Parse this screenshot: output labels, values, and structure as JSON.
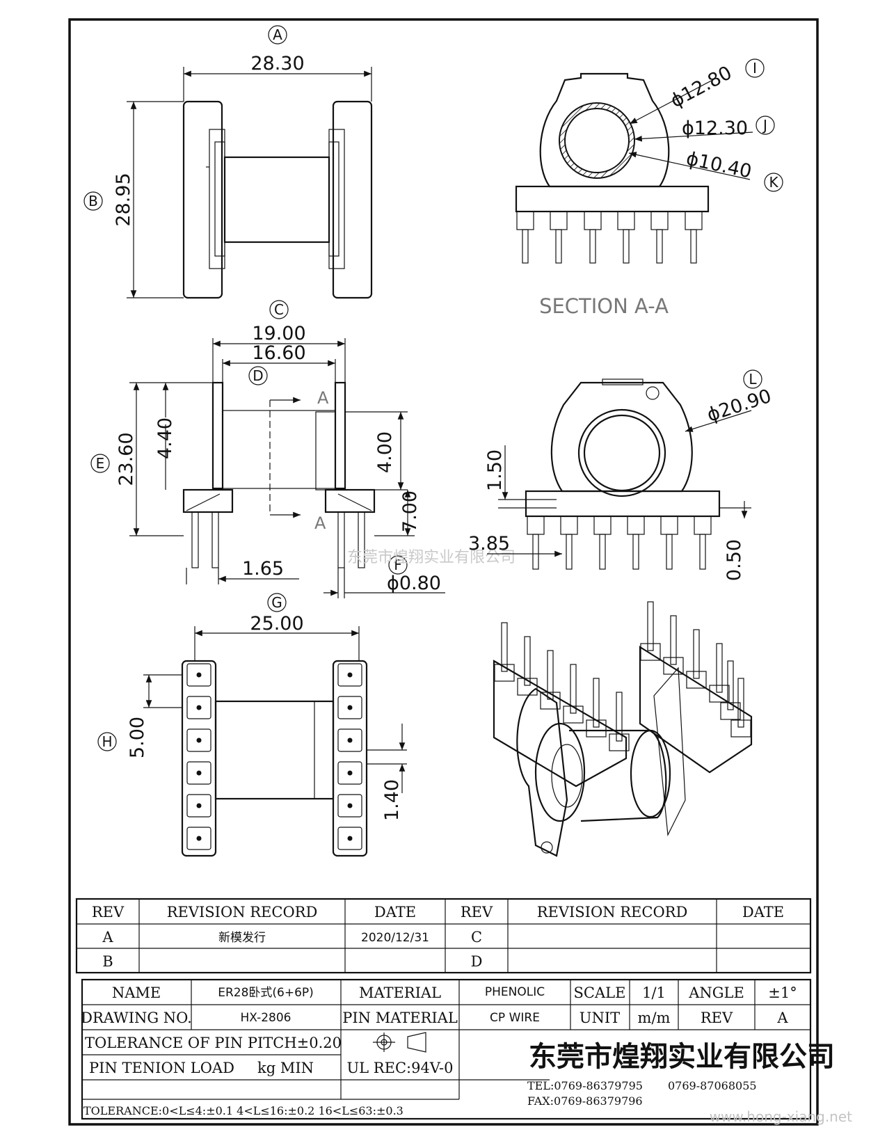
{
  "views": {
    "top": {
      "circle": "A",
      "width": "28.30",
      "height": "28.95",
      "height_circle": "B"
    },
    "section": {
      "label": "SECTION A-A",
      "d1": "ϕ12.80",
      "d1_circle": "I",
      "d2": "ϕ12.30",
      "d2_circle": "J",
      "d3": "ϕ10.40",
      "d3_circle": "K",
      "cut_label": "A"
    },
    "front": {
      "circle": "C",
      "w1": "19.00",
      "w2": "16.60",
      "w2_circle": "D",
      "height": "23.60",
      "height_circle": "E",
      "d440": "4.40",
      "d400": "4.00",
      "d700": "7.00",
      "d165": "1.65",
      "pin_circle": "F",
      "pin_dia": "ϕ0.80"
    },
    "side": {
      "circle": "L",
      "dia": "ϕ20.90",
      "d150": "1.50",
      "d385": "3.85",
      "d050": "0.50"
    },
    "bottom": {
      "circle": "G",
      "width": "25.00",
      "pitch_circle": "H",
      "pitch": "5.00",
      "d140": "1.40"
    }
  },
  "watermark": "东莞市煌翔实业有限公司",
  "revision_table": {
    "headers": [
      "REV",
      "REVISION RECORD",
      "DATE",
      "REV",
      "REVISION RECORD",
      "DATE"
    ],
    "rows": [
      [
        "A",
        "新模发行",
        "2020/12/31",
        "C",
        "",
        ""
      ],
      [
        "B",
        "",
        "",
        "D",
        "",
        ""
      ]
    ]
  },
  "title_block": {
    "name_label": "NAME",
    "name_value": "ER28卧式(6+6P)",
    "material_label": "MATERIAL",
    "material_value": "PHENOLIC",
    "scale_label": "SCALE",
    "scale_value": "1/1",
    "angle_label": "ANGLE",
    "angle_value": "±1°",
    "drawing_no_label": "DRAWING NO.",
    "drawing_no_value": "HX-2806",
    "pin_material_label": "PIN MATERIAL",
    "pin_material_value": "CP WIRE",
    "unit_label": "UNIT",
    "unit_value": "m/m",
    "rev_label": "REV",
    "rev_value": "A",
    "tol_pitch": "TOLERANCE OF PIN PITCH±0.20",
    "pin_load_label": "PIN TENION LOAD",
    "pin_load_unit": "kg MIN",
    "ul": "UL REC:94V-0",
    "tolerance": "TOLERANCE:0<L≤4:±0.1  4<L≤16:±0.2  16<L≤63:±0.3",
    "company": "东莞市煌翔实业有限公司",
    "tel": "TEL:0769-86379795",
    "tel2": "0769-87068055",
    "fax": "FAX:0769-86379796"
  },
  "site_watermark": "www.hong-xiang.net"
}
